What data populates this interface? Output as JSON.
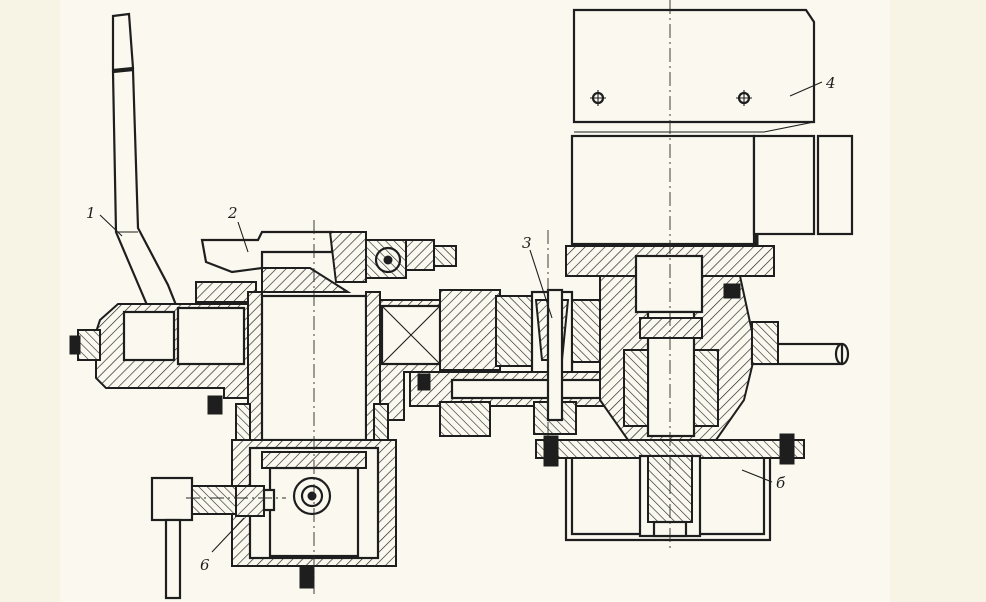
{
  "figure": {
    "background_color": "#f7f4e6",
    "ink_color": "#1e1e1e",
    "callouts": [
      {
        "id": "1",
        "text": "1"
      },
      {
        "id": "2",
        "text": "2"
      },
      {
        "id": "3",
        "text": "3"
      },
      {
        "id": "4",
        "text": "4"
      },
      {
        "id": "5",
        "text": "б"
      },
      {
        "id": "6",
        "text": "6"
      }
    ]
  }
}
